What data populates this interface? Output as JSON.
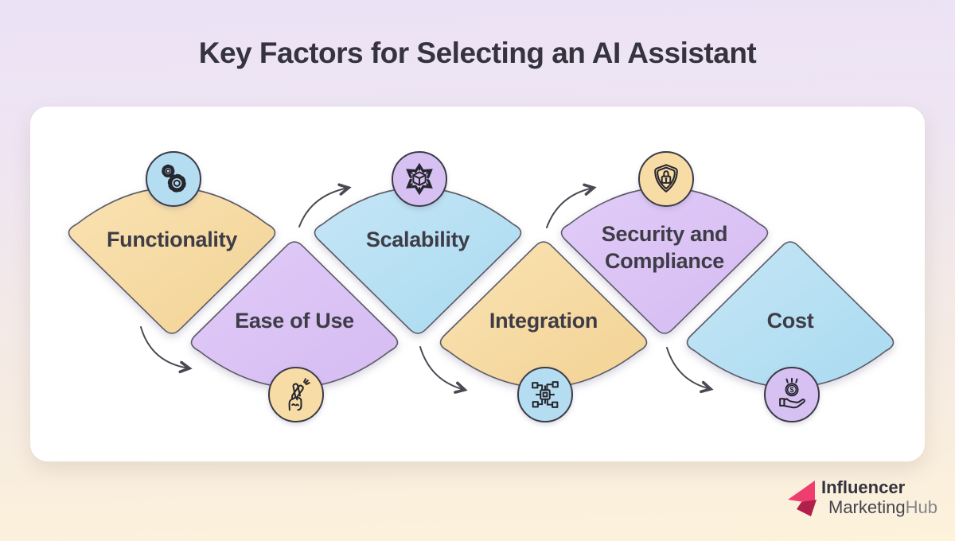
{
  "title": "Key Factors for Selecting an AI Assistant",
  "factors": [
    {
      "label": "Functionality",
      "icon": "gears-icon",
      "shape_color": "#f6d9a1",
      "icon_circle_color": "#b5ddf1"
    },
    {
      "label": "Ease of Use",
      "icon": "crossed-fingers-icon",
      "shape_color": "#dcc5f6",
      "icon_circle_color": "#f7dca6"
    },
    {
      "label": "Scalability",
      "icon": "cube-expand-arrows-icon",
      "shape_color": "#b7e1f4",
      "icon_circle_color": "#d6c1f2"
    },
    {
      "label": "Integration",
      "icon": "chip-network-icon",
      "shape_color": "#f6d9a1",
      "icon_circle_color": "#b5ddf1"
    },
    {
      "label": "Security and Compliance",
      "icon": "shield-lock-icon",
      "shape_color": "#dcc5f6",
      "icon_circle_color": "#f7dca6"
    },
    {
      "label": "Cost",
      "icon": "coin-in-hand-icon",
      "shape_color": "#b7e1f4",
      "icon_circle_color": "#d6c1f2"
    }
  ],
  "icons": {
    "cost_currency_symbol": "$"
  },
  "logo": {
    "line1": "Influencer",
    "line2_part1": "Marketing",
    "line2_part2": "Hub",
    "mark_color_light": "#ee3d6e",
    "mark_color_dark": "#b0204a"
  },
  "colors": {
    "background_top": "#ece2f6",
    "background_bottom": "#fdf2da",
    "card": "#ffffff",
    "shape_outline": "#5c5b66",
    "text": "#3e3d47",
    "arrow": "#4a4952"
  }
}
